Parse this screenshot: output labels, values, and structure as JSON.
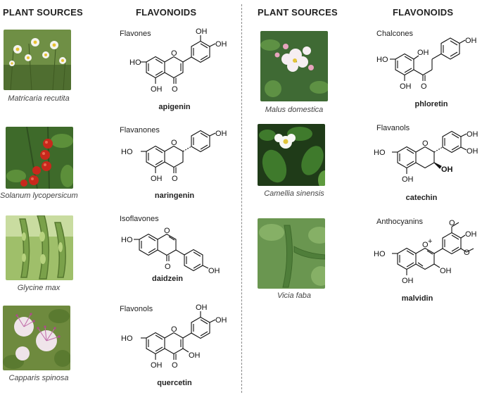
{
  "headers": {
    "plant_sources_left": "PLANT SOURCES",
    "flavonoids_left": "FLAVONOIDS",
    "plant_sources_right": "PLANT SOURCES",
    "flavonoids_right": "FLAVONOIDS"
  },
  "left_rows": [
    {
      "plant": "Matricaria recutita",
      "class": "Flavones",
      "compound": "apigenin"
    },
    {
      "plant": "Solanum lycopersicum",
      "class": "Flavanones",
      "compound": "naringenin"
    },
    {
      "plant": "Glycine max",
      "class": "Isoflavones",
      "compound": "daidzein"
    },
    {
      "plant": "Capparis spinosa",
      "class": "Flavonols",
      "compound": "quercetin"
    }
  ],
  "right_rows": [
    {
      "plant": "Malus domestica",
      "class": "Chalcones",
      "compound": "phloretin"
    },
    {
      "plant": "Camellia sinensis",
      "class": "Flavanols",
      "compound": "catechin"
    },
    {
      "plant": "Vicia faba",
      "class": "Anthocyanins",
      "compound": "malvidin"
    }
  ],
  "atom_labels": {
    "oh": "OH",
    "ho": "HO",
    "o": "O",
    "plus": "+"
  }
}
